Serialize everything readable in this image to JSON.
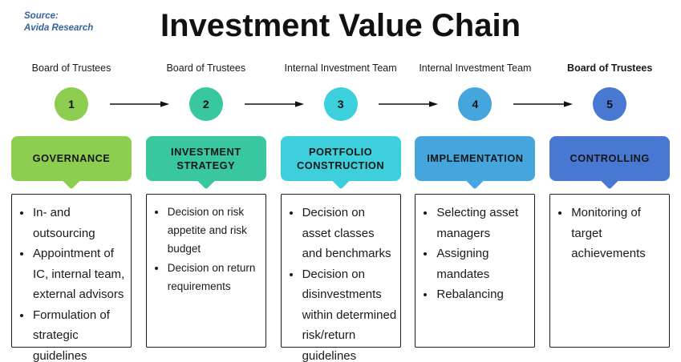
{
  "source": {
    "line1": "Source:",
    "line2": "Avida Research"
  },
  "title": "Investment Value Chain",
  "arrow_color": "#111111",
  "stages": [
    {
      "actor": "Board of Trustees",
      "number": "1",
      "color": "#8DCE50",
      "label": "GOVERNANCE",
      "bullets": [
        "In- and outsourcing",
        "Appointment of IC, internal team, external advisors",
        "Formulation of strategic guidelines"
      ]
    },
    {
      "actor": "Board of Trustees",
      "number": "2",
      "color": "#38C79E",
      "label": "INVESTMENT STRATEGY",
      "bullets": [
        "Decision on risk appetite and risk budget",
        "Decision on return requirements"
      ]
    },
    {
      "actor": "Internal Investment Team",
      "number": "3",
      "color": "#3DD0DC",
      "label": "PORTFOLIO CONSTRUCTION",
      "bullets": [
        "Decision on asset classes and benchmarks",
        "Decision on disinvestments within determined risk/return guidelines"
      ]
    },
    {
      "actor": "Internal Investment Team",
      "number": "4",
      "color": "#45A6DD",
      "label": "IMPLEMENTATION",
      "bullets": [
        "Selecting asset managers",
        "Assigning mandates",
        "Rebalancing"
      ]
    },
    {
      "actor": "Board of Trustees",
      "number": "5",
      "color": "#4878D2",
      "label": "CONTROLLING",
      "bullets": [
        "Monitoring of target achievements"
      ]
    }
  ]
}
